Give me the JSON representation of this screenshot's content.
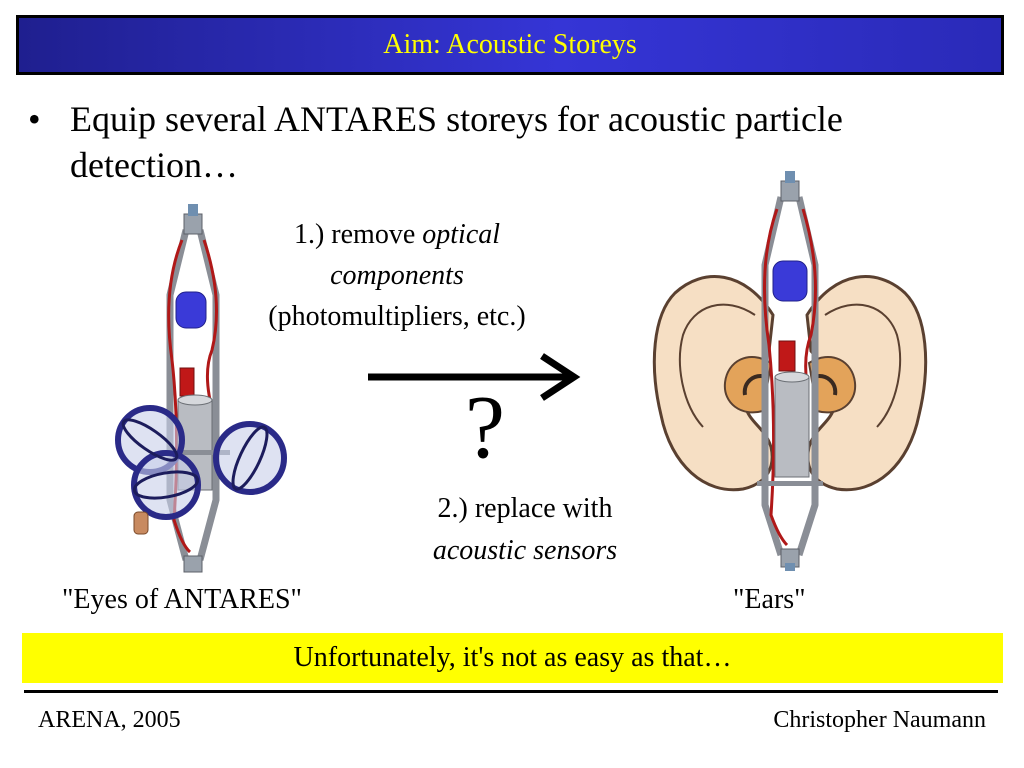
{
  "slide": {
    "title": "Aim: Acoustic Storeys",
    "bullet_marker": "•",
    "bullet": "Equip several ANTARES storeys for acoustic particle detection…"
  },
  "steps": {
    "step1": {
      "prefix": "1.) remove ",
      "emphasis": "optical components",
      "detail": "(photomultipliers, etc.)"
    },
    "question": "?",
    "step2": {
      "prefix": "2.) replace with",
      "emphasis": "acoustic sensors"
    }
  },
  "captions": {
    "left": "\"Eyes of ANTARES\"",
    "right": "\"Ears\""
  },
  "banner": {
    "text": "Unfortunately, it's not as easy as that…",
    "color": "#ffff00"
  },
  "footer": {
    "left": "ARENA, 2005",
    "right": "Christopher Naumann"
  },
  "colors": {
    "title_bg": "#3535d6",
    "title_text": "#ffff00",
    "frame": "#8a8e96",
    "cable": "#b01818",
    "sphere": "#2a2a88",
    "ear_skin": "#f6dfc4",
    "ear_inner": "#e3a35a"
  }
}
